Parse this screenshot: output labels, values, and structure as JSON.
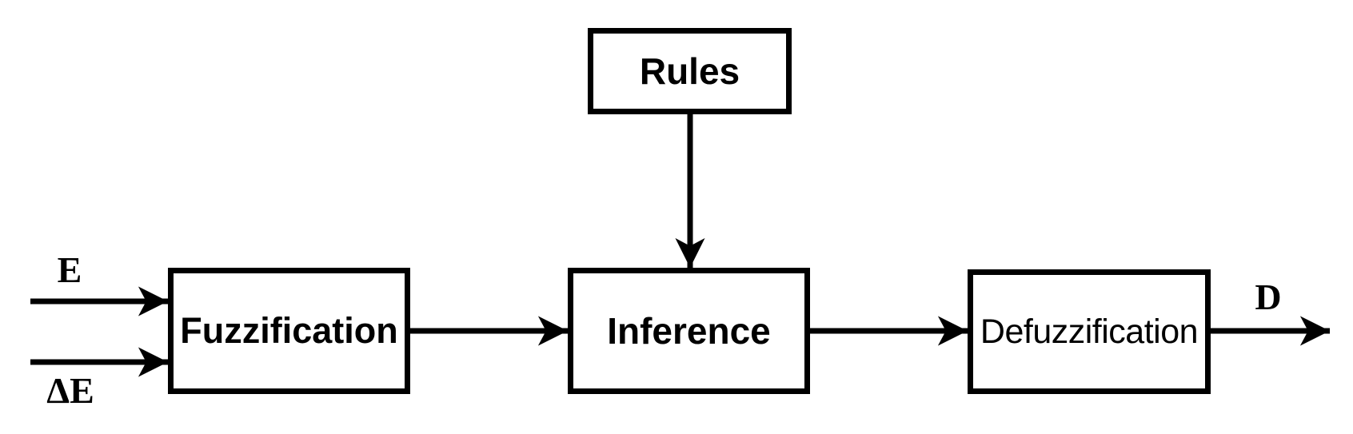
{
  "colors": {
    "foreground": "#000000",
    "background": "#ffffff"
  },
  "diagram": {
    "type": "block-diagram",
    "nodes": [
      {
        "id": "rules",
        "label": "Rules"
      },
      {
        "id": "fuzzification",
        "label": "Fuzzification"
      },
      {
        "id": "inference",
        "label": "Inference"
      },
      {
        "id": "defuzzification",
        "label": "Defuzzification"
      }
    ],
    "inputs": [
      {
        "id": "error",
        "label": "E"
      },
      {
        "id": "delta-error",
        "label": "ΔE"
      }
    ],
    "outputs": [
      {
        "id": "output",
        "label": "D"
      }
    ],
    "edges": [
      {
        "from": "error",
        "to": "fuzzification"
      },
      {
        "from": "delta-error",
        "to": "fuzzification"
      },
      {
        "from": "fuzzification",
        "to": "inference"
      },
      {
        "from": "rules",
        "to": "inference"
      },
      {
        "from": "inference",
        "to": "defuzzification"
      },
      {
        "from": "defuzzification",
        "to": "output"
      }
    ]
  }
}
